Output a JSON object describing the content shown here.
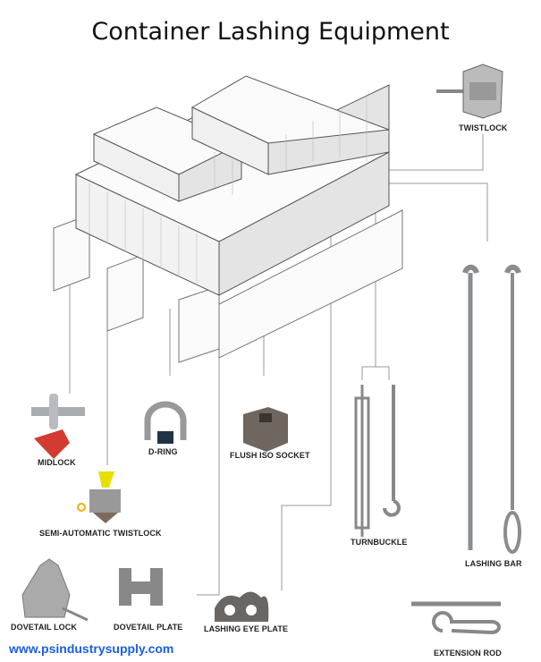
{
  "title": "Container Lashing Equipment",
  "items": [
    {
      "label": "TWISTLOCK",
      "icon": "twistlock-icon"
    },
    {
      "label": "MIDLOCK",
      "icon": "midlock-icon"
    },
    {
      "label": "D-RING",
      "icon": "d-ring-icon"
    },
    {
      "label": "FLUSH ISO SOCKET",
      "icon": "flush-iso-socket-icon"
    },
    {
      "label": "SEMI-AUTOMATIC TWISTLOCK",
      "icon": "semi-automatic-twistlock-icon"
    },
    {
      "label": "TURNBUCKLE",
      "icon": "turnbuckle-icon"
    },
    {
      "label": "LASHING BAR",
      "icon": "lashing-bar-icon"
    },
    {
      "label": "DOVETAIL LOCK",
      "icon": "dovetail-lock-icon"
    },
    {
      "label": "DOVETAIL PLATE",
      "icon": "dovetail-plate-icon"
    },
    {
      "label": "LASHING EYE PLATE",
      "icon": "lashing-eye-plate-icon"
    },
    {
      "label": "EXTENSION ROD",
      "icon": "extension-rod-icon"
    }
  ],
  "website": "www.psindustrysupply.com",
  "colors": {
    "url": "#1a5fe0",
    "midlock_red": "#d23a32",
    "semi_yellow": "#e5e000",
    "socket_brown": "#6f6660"
  }
}
